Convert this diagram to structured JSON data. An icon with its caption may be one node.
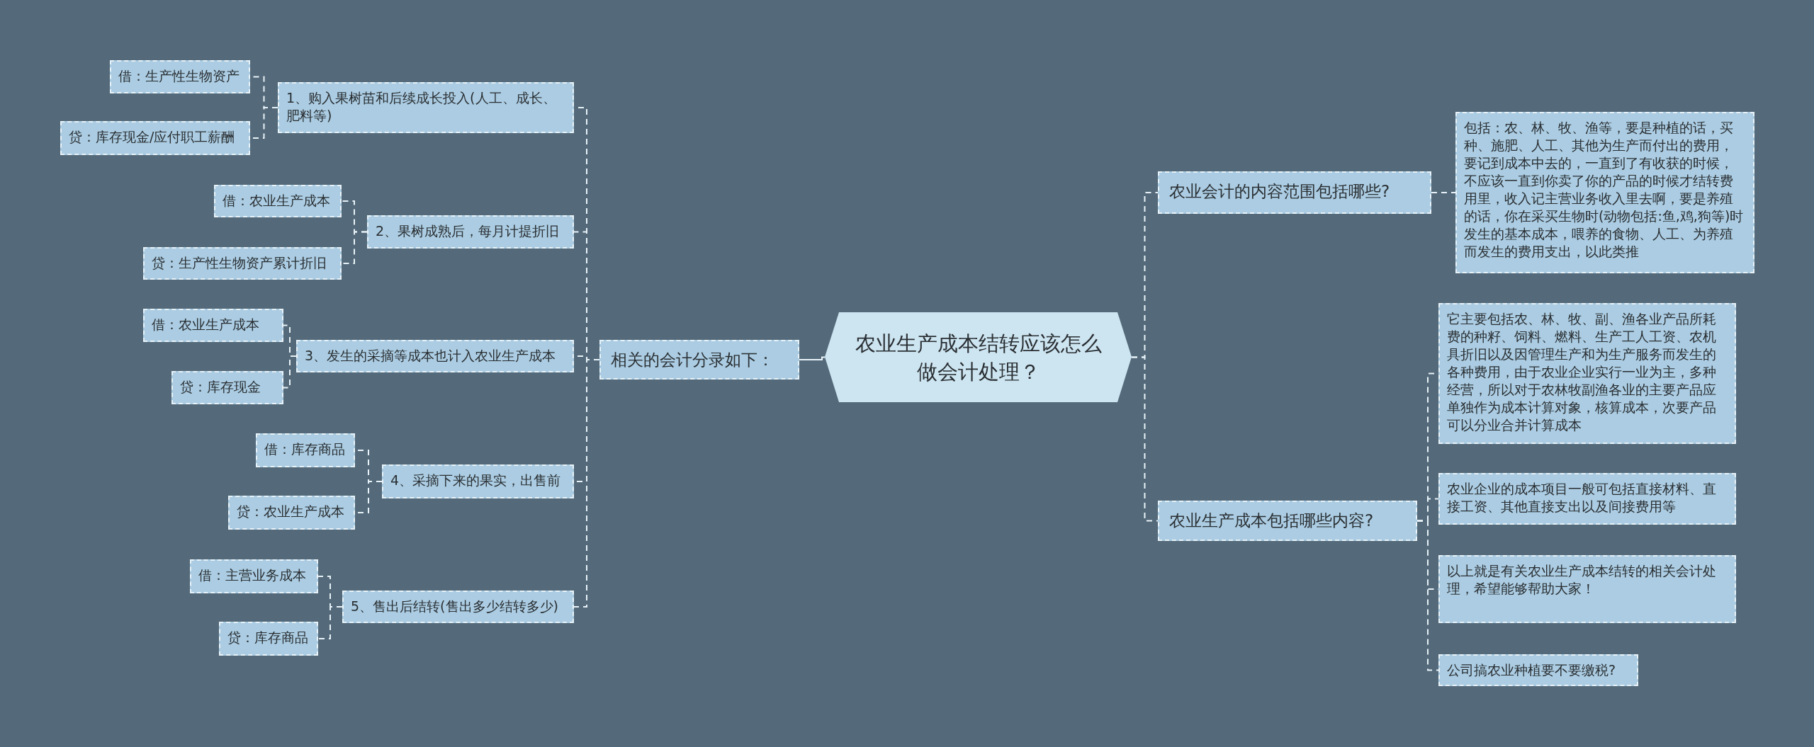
{
  "diagram": {
    "nodes": [
      {
        "text": [
          "农业生产成本结转应该怎么做会计处理？"
        ]
      },
      {
        "text": [
          "相关的会计分录如下："
        ]
      },
      {
        "text": [
          "1、购入果树苗和后续成长投入(人工、成长、肥料等)"
        ]
      },
      {
        "text": [
          "借：生产性生物资产"
        ]
      },
      {
        "text": [
          "贷：库存现金/应付职工薪酬"
        ]
      },
      {
        "text": [
          "2、果树成熟后，每月计提折旧"
        ]
      },
      {
        "text": [
          "借：农业生产成本"
        ]
      },
      {
        "text": [
          "贷：生产性生物资产累计折旧"
        ]
      },
      {
        "text": [
          "3、发生的采摘等成本也计入农业生产成本"
        ]
      },
      {
        "text": [
          "借：农业生产成本"
        ]
      },
      {
        "text": [
          "贷：库存现金"
        ]
      },
      {
        "text": [
          "4、采摘下来的果实，出售前"
        ]
      },
      {
        "text": [
          "借：库存商品"
        ]
      },
      {
        "text": [
          "贷：农业生产成本"
        ]
      },
      {
        "text": [
          "5、售出后结转(售出多少结转多少)"
        ]
      },
      {
        "text": [
          "借：主营业务成本"
        ]
      },
      {
        "text": [
          "贷：库存商品"
        ]
      },
      {
        "text": [
          "农业会计的内容范围包括哪些?"
        ]
      },
      {
        "text": [
          "包括：农、林、牧、渔等，要是种植的话，买种、施肥、人工、其他为生产而付出的费用，要记到成本中去的，一直到了有收获的时候，不应该一直到你卖了你的产品的时候才结转费用里，收入记主营业务收入里去啊，要是养殖的话，你在采买生物时(动物包括:鱼,鸡,狗等)时发生的基本成本，喂养的食物、人工、为养殖而发生的费用支出，以此类推"
        ]
      },
      {
        "text": [
          "农业生产成本包括哪些内容?"
        ]
      },
      {
        "text": [
          "它主要包括农、林、牧、副、渔各业产品所耗费的种籽、饲料、燃料、生产工人工资、农机具折旧以及因管理生产和为生产服务而发生的各种费用，由于农业企业实行一业为主，多种经营，所以对于农林牧副渔各业的主要产品应单独作为成本计算对象，核算成本，次要产品可以分业合并计算成本"
        ]
      },
      {
        "text": [
          "农业企业的成本项目一般可包括直接材料、直接工资、其他直接支出以及间接费用等"
        ]
      },
      {
        "text": [
          "以上就是有关农业生产成本结转的相关会计处理，希望能够帮助大家！"
        ]
      },
      {
        "text": [
          "公司搞农业种植要不要缴税?"
        ]
      }
    ],
    "edges": [
      {
        "from": 0,
        "to": 1,
        "arrow": "none"
      },
      {
        "from": 0,
        "to": 17,
        "arrow": "none",
        "style": "dashed"
      },
      {
        "from": 0,
        "to": 19,
        "arrow": "none",
        "style": "dashed"
      },
      {
        "from": 1,
        "to": 2,
        "arrow": "none",
        "style": "dashed"
      },
      {
        "from": 1,
        "to": 5,
        "arrow": "none",
        "style": "dashed"
      },
      {
        "from": 1,
        "to": 8,
        "arrow": "none",
        "style": "dashed"
      },
      {
        "from": 1,
        "to": 11,
        "arrow": "none",
        "style": "dashed"
      },
      {
        "from": 1,
        "to": 14,
        "arrow": "none",
        "style": "dashed"
      },
      {
        "from": 2,
        "to": 3,
        "arrow": "none",
        "style": "dashed"
      },
      {
        "from": 2,
        "to": 4,
        "arrow": "none",
        "style": "dashed"
      },
      {
        "from": 5,
        "to": 6,
        "arrow": "none",
        "style": "dashed"
      },
      {
        "from": 5,
        "to": 7,
        "arrow": "none",
        "style": "dashed"
      },
      {
        "from": 8,
        "to": 9,
        "arrow": "none",
        "style": "dashed"
      },
      {
        "from": 8,
        "to": 10,
        "arrow": "none",
        "style": "dashed"
      },
      {
        "from": 11,
        "to": 12,
        "arrow": "none",
        "style": "dashed"
      },
      {
        "from": 11,
        "to": 13,
        "arrow": "none",
        "style": "dashed"
      },
      {
        "from": 14,
        "to": 15,
        "arrow": "none",
        "style": "dashed"
      },
      {
        "from": 14,
        "to": 16,
        "arrow": "none",
        "style": "dashed"
      },
      {
        "from": 17,
        "to": 18,
        "arrow": "none",
        "style": "dashed"
      },
      {
        "from": 19,
        "to": 20,
        "arrow": "none",
        "style": "dashed"
      },
      {
        "from": 19,
        "to": 21,
        "arrow": "none",
        "style": "dashed"
      },
      {
        "from": 19,
        "to": 22,
        "arrow": "none",
        "style": "dashed"
      },
      {
        "from": 19,
        "to": 23,
        "arrow": "none",
        "style": "dashed"
      }
    ]
  }
}
